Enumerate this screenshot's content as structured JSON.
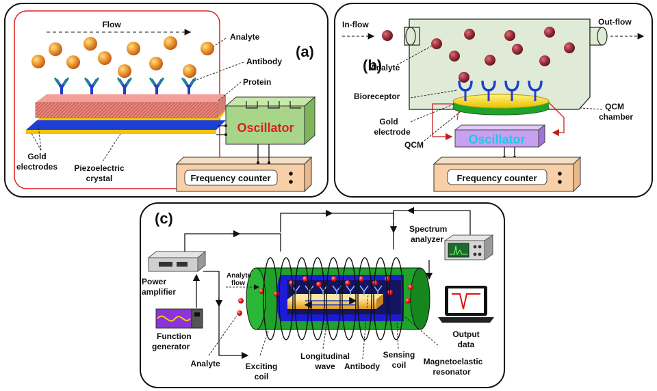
{
  "panel_a": {
    "tag": "(a)",
    "flow": "Flow",
    "analyte": "Analyte",
    "antibody": "Antibody",
    "protein": "Protein",
    "gold_electrodes_1": "Gold",
    "gold_electrodes_2": "electrodes",
    "piezo_1": "Piezoelectric",
    "piezo_2": "crystal",
    "oscillator": "Oscillator",
    "freq_counter": "Frequency counter"
  },
  "panel_b": {
    "tag": "(b)",
    "in_flow": "In-flow",
    "out_flow": "Out-flow",
    "analyte": "Analyte",
    "bioreceptor": "Bioreceptor",
    "gold_1": "Gold",
    "gold_2": "electrode",
    "qcm": "QCM",
    "chamber_1": "QCM",
    "chamber_2": "chamber",
    "oscillator": "Oscillator",
    "freq_counter": "Frequency counter"
  },
  "panel_c": {
    "tag": "(c)",
    "spectrum_1": "Spectrum",
    "spectrum_2": "analyzer",
    "analyte_flow_1": "Analyte",
    "analyte_flow_2": "flow",
    "power_1": "Power",
    "power_2": "amplifier",
    "function_1": "Function",
    "function_2": "generator",
    "analyte": "Analyte",
    "exciting_1": "Exciting",
    "exciting_2": "coil",
    "longitudinal_1": "Longitudinal",
    "longitudinal_2": "wave",
    "antibody": "Antibody",
    "sensing_1": "Sensing",
    "sensing_2": "coil",
    "magneto_1": "Magnetoelastic",
    "magneto_2": "resonator",
    "output_1": "Output",
    "output_2": "data"
  },
  "colors": {
    "orange": "#e8a040",
    "maroon": "#a8343c",
    "chamber_green": "#dfebd6",
    "tube_green": "#1fa32a",
    "oscillator_green": "#a8d58a",
    "violet": "#c8a0f0",
    "peach": "#f8cfa6",
    "blue": "#1f3fd1",
    "red_text": "#d81f1f",
    "cyan_text": "#1ec8e8"
  }
}
